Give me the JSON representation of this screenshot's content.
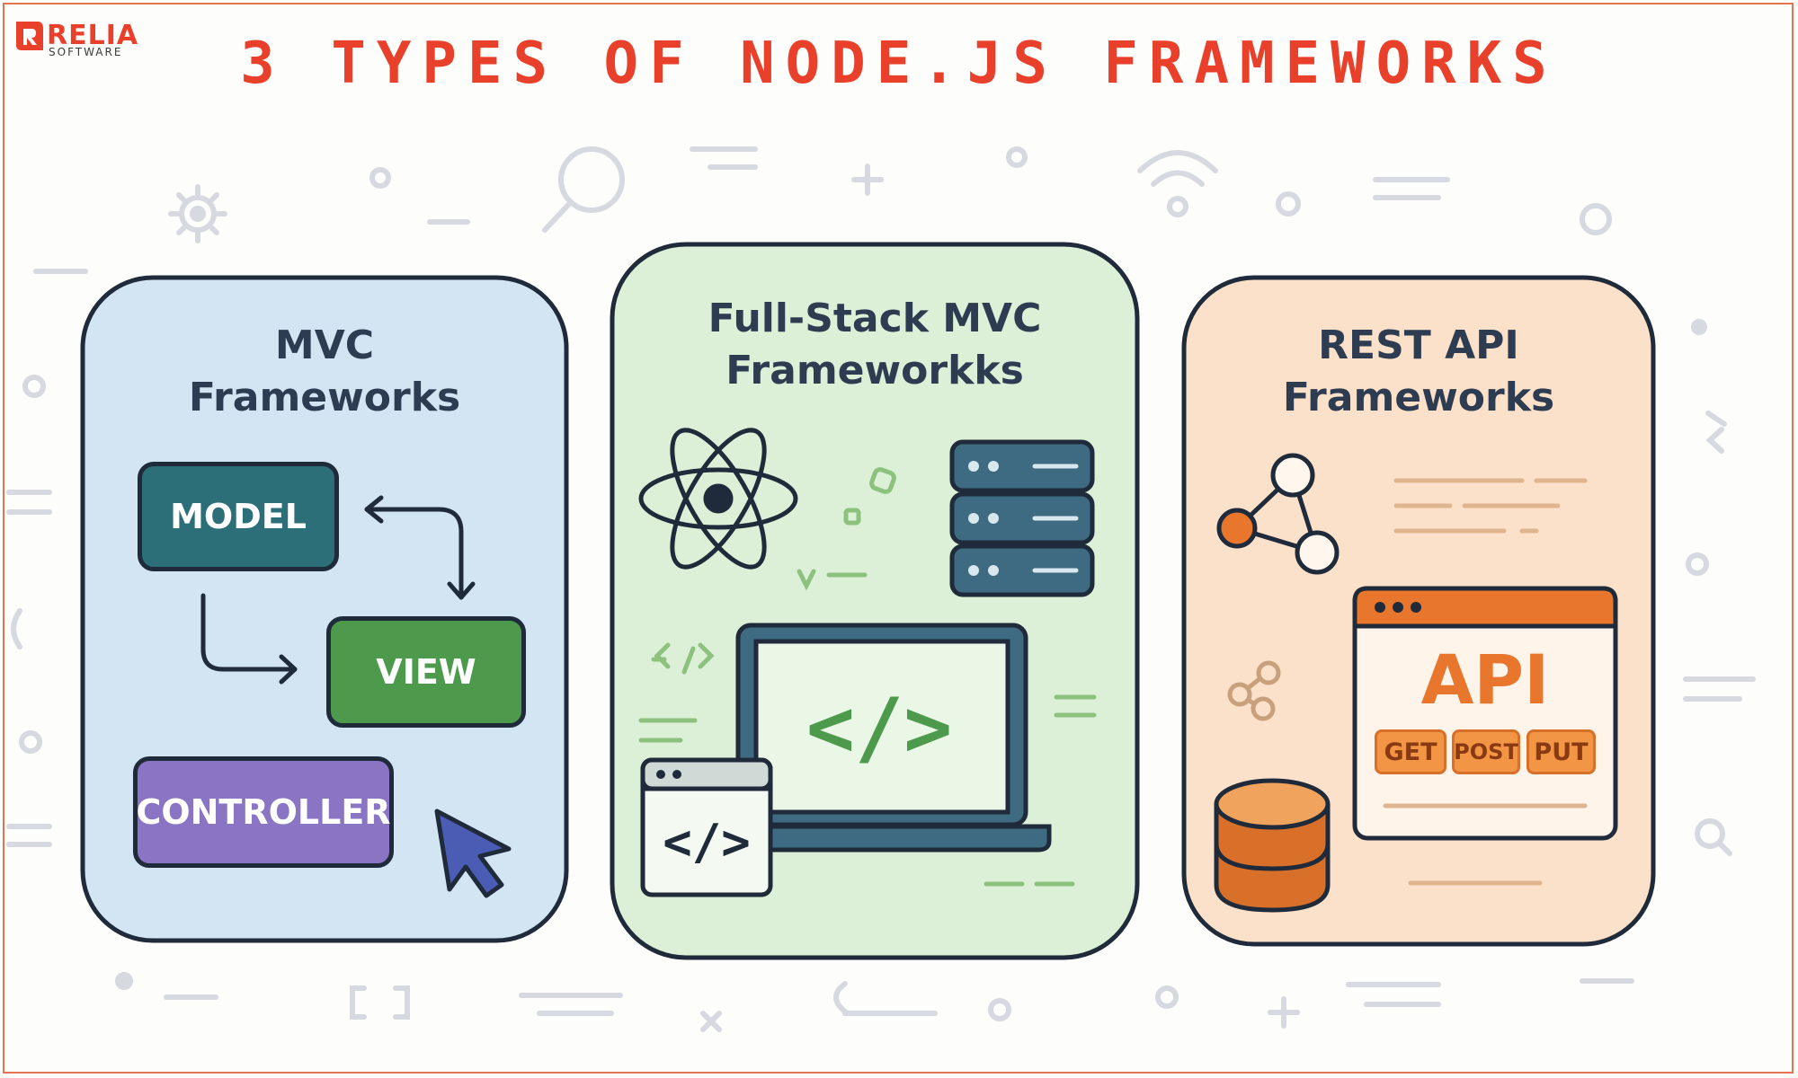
{
  "brand": {
    "name": "RELIA",
    "tagline": "SOFTWARE"
  },
  "title": "3 TYPES OF NODE.JS FRAMEWORKS",
  "cards": {
    "mvc": {
      "title_line1": "MVC",
      "title_line2": "Frameworks",
      "model": "MODEL",
      "view": "VIEW",
      "controller": "CONTROLLER"
    },
    "fullstack": {
      "title_line1": "Full-Stack MVC",
      "title_line2": "Frameworkks",
      "laptop_code": "</>",
      "browser_code": "</>",
      "small_code": "</>"
    },
    "rest": {
      "title_line1": "REST API",
      "title_line2": "Frameworks",
      "api": "API",
      "get": "GET",
      "post": "POST",
      "put": "PUT"
    }
  },
  "colors": {
    "accent": "#e8402a",
    "mvc_bg": "#d3e5f2",
    "fullstack_bg": "#dcefd7",
    "rest_bg": "#fbe1c9",
    "model": "#2d6f78",
    "view": "#4d9a4c",
    "controller": "#8975c3",
    "api_orange": "#e8762d"
  }
}
